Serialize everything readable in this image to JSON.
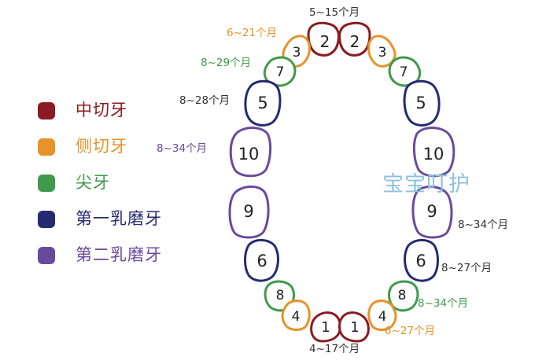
{
  "colors": {
    "central_incisor": "#8b1b22",
    "lateral_incisor": "#e8922a",
    "canine": "#3f9a4b",
    "first_molar": "#252a72",
    "second_molar": "#6a4a9c"
  },
  "legend": {
    "items": [
      {
        "label": "中切牙",
        "color": "#8b1b22"
      },
      {
        "label": "侧切牙",
        "color": "#e8922a"
      },
      {
        "label": "尖牙",
        "color": "#3f9a4b"
      },
      {
        "label": "第一乳磨牙",
        "color": "#252a72"
      },
      {
        "label": "第二乳磨牙",
        "color": "#6a4a9c"
      }
    ]
  },
  "watermark": "宝宝叮护",
  "teeth": {
    "upper_left_central": "2",
    "upper_right_central": "2",
    "upper_left_lateral": "3",
    "upper_right_lateral": "3",
    "upper_left_canine": "7",
    "upper_right_canine": "7",
    "upper_left_first_molar": "5",
    "upper_right_first_molar": "5",
    "upper_left_second_molar": "10",
    "upper_right_second_molar": "10",
    "lower_left_second_molar": "9",
    "lower_right_second_molar": "9",
    "lower_left_first_molar": "6",
    "lower_right_first_molar": "6",
    "lower_left_canine": "8",
    "lower_right_canine": "8",
    "lower_left_lateral": "4",
    "lower_right_lateral": "4",
    "lower_left_central": "1",
    "lower_right_central": "1"
  },
  "annotations": {
    "upper_central": "5~15个月",
    "upper_lateral": "6~21个月",
    "upper_canine": "8~29个月",
    "upper_first_molar": "8~28个月",
    "upper_second_molar": "8~34个月",
    "lower_second_molar": "8~34个月",
    "lower_first_molar": "8~27个月",
    "lower_canine": "8~34个月",
    "lower_lateral": "6~27个月",
    "lower_central": "4~17个月"
  }
}
